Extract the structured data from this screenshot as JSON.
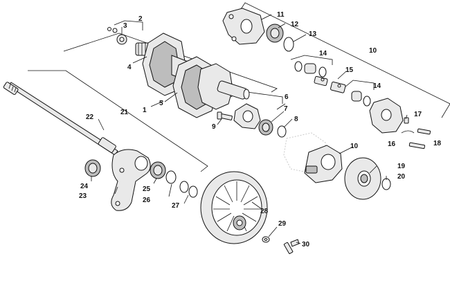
{
  "diagram": {
    "callouts": [
      {
        "id": "c1",
        "text": "1"
      },
      {
        "id": "c2",
        "text": "2"
      },
      {
        "id": "c3",
        "text": "3"
      },
      {
        "id": "c4",
        "text": "4"
      },
      {
        "id": "c5",
        "text": "5"
      },
      {
        "id": "c6",
        "text": "6"
      },
      {
        "id": "c7",
        "text": "7"
      },
      {
        "id": "c8",
        "text": "8"
      },
      {
        "id": "c9",
        "text": "9"
      },
      {
        "id": "c10a",
        "text": "10"
      },
      {
        "id": "c10b",
        "text": "10"
      },
      {
        "id": "c11",
        "text": "11"
      },
      {
        "id": "c12",
        "text": "12"
      },
      {
        "id": "c13",
        "text": "13"
      },
      {
        "id": "c14a",
        "text": "14"
      },
      {
        "id": "c14b",
        "text": "14"
      },
      {
        "id": "c15",
        "text": "15"
      },
      {
        "id": "c16",
        "text": "16"
      },
      {
        "id": "c17",
        "text": "17"
      },
      {
        "id": "c18",
        "text": "18"
      },
      {
        "id": "c19",
        "text": "19"
      },
      {
        "id": "c20",
        "text": "20"
      },
      {
        "id": "c21",
        "text": "21"
      },
      {
        "id": "c22",
        "text": "22"
      },
      {
        "id": "c23",
        "text": "23"
      },
      {
        "id": "c24",
        "text": "24"
      },
      {
        "id": "c25",
        "text": "25"
      },
      {
        "id": "c26",
        "text": "26"
      },
      {
        "id": "c27",
        "text": "27"
      },
      {
        "id": "c28",
        "text": "28"
      },
      {
        "id": "c29",
        "text": "29"
      },
      {
        "id": "c30",
        "text": "30"
      }
    ]
  }
}
